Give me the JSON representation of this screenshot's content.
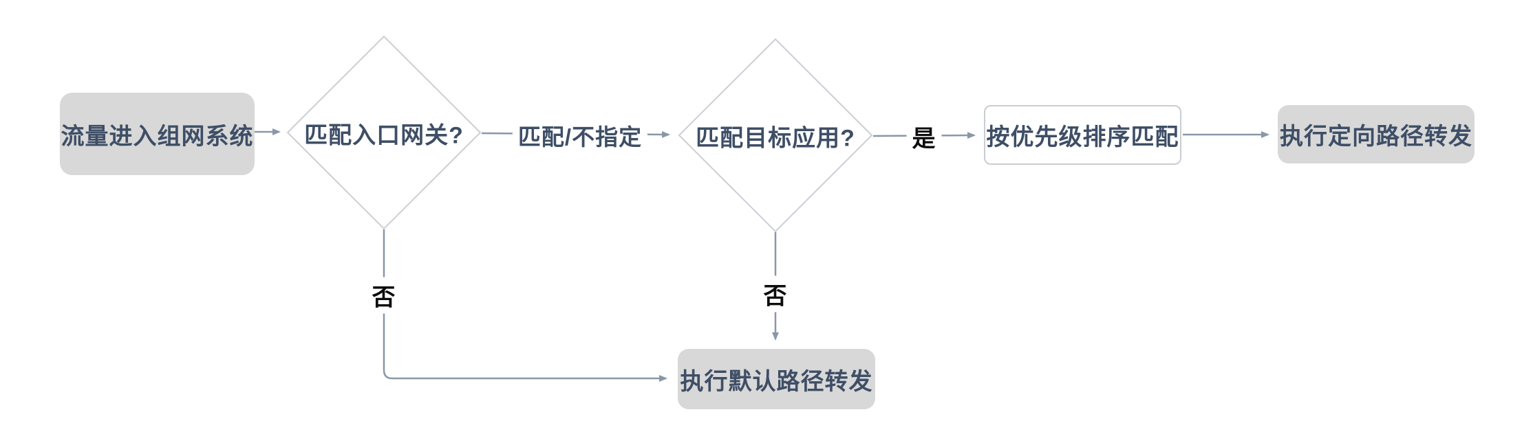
{
  "diagram": {
    "type": "flowchart",
    "direction": "left-to-right",
    "colors": {
      "background": "#ffffff",
      "node_fill_gray": "#d8d8d8",
      "node_border": "#c9ccd2",
      "node_text": "#3e4e66",
      "edge_stroke": "#8a97a8",
      "edge_label_dark": "#0d0d0d"
    },
    "nodes": [
      {
        "id": "start",
        "shape": "rounded-rect",
        "style": "filled-gray",
        "label": "流量进入组网系统"
      },
      {
        "id": "decision-entry-gw",
        "shape": "diamond",
        "style": "outline",
        "label": "匹配入口网关?"
      },
      {
        "id": "decision-target-app",
        "shape": "diamond",
        "style": "outline",
        "label": "匹配目标应用?"
      },
      {
        "id": "priority-sort",
        "shape": "rect",
        "style": "outline",
        "label": "按优先级排序匹配"
      },
      {
        "id": "directed-forward",
        "shape": "rounded-rect",
        "style": "filled-gray",
        "label": "执行定向路径转发"
      },
      {
        "id": "default-forward",
        "shape": "rounded-rect",
        "style": "filled-gray",
        "label": "执行默认路径转发"
      }
    ],
    "edges": [
      {
        "from": "start",
        "to": "decision-entry-gw",
        "label": ""
      },
      {
        "from": "decision-entry-gw",
        "to": "decision-target-app",
        "label": "匹配/不指定"
      },
      {
        "from": "decision-target-app",
        "to": "priority-sort",
        "label": "是"
      },
      {
        "from": "priority-sort",
        "to": "directed-forward",
        "label": ""
      },
      {
        "from": "decision-entry-gw",
        "to": "default-forward",
        "label": "否"
      },
      {
        "from": "decision-target-app",
        "to": "default-forward",
        "label": "否"
      }
    ]
  }
}
